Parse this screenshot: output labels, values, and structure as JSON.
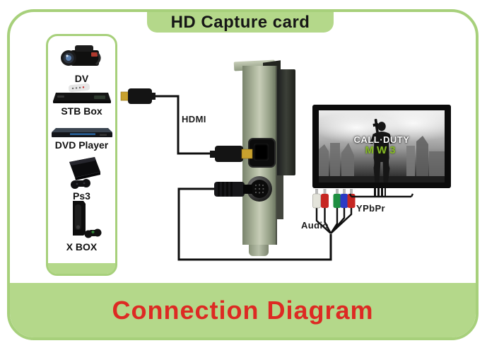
{
  "header": {
    "title": "HD Capture card"
  },
  "footer": {
    "title": "Connection Diagram"
  },
  "sidebar": {
    "devices": [
      {
        "id": "dv",
        "label": "DV",
        "icon": "camcorder-icon"
      },
      {
        "id": "stb",
        "label": "STB Box",
        "icon": "set-top-box-icon"
      },
      {
        "id": "dvd",
        "label": "DVD Player",
        "icon": "dvd-player-icon"
      },
      {
        "id": "ps3",
        "label": "Ps3",
        "icon": "ps3-console-icon"
      },
      {
        "id": "xbox",
        "label": "X BOX",
        "icon": "xbox-console-icon"
      }
    ]
  },
  "diagram": {
    "labels": {
      "hdmi": "HDMI",
      "audio": "Audio",
      "ypbpr": "YPbPr"
    },
    "tv_screen": {
      "game_title": "CALL·DUTY",
      "game_subtitle": "MW3"
    },
    "rca_connectors": [
      "white",
      "red",
      "green",
      "blue",
      "red"
    ]
  },
  "colors": {
    "frame_green": "#a7d07b",
    "panel_green": "#b4d88a",
    "title_red": "#dd2a23",
    "mw3_green": "#85b827",
    "rca_hex": [
      "#e3e3da",
      "#c62723",
      "#1e8f41",
      "#2b3bc4",
      "#c62723"
    ]
  }
}
